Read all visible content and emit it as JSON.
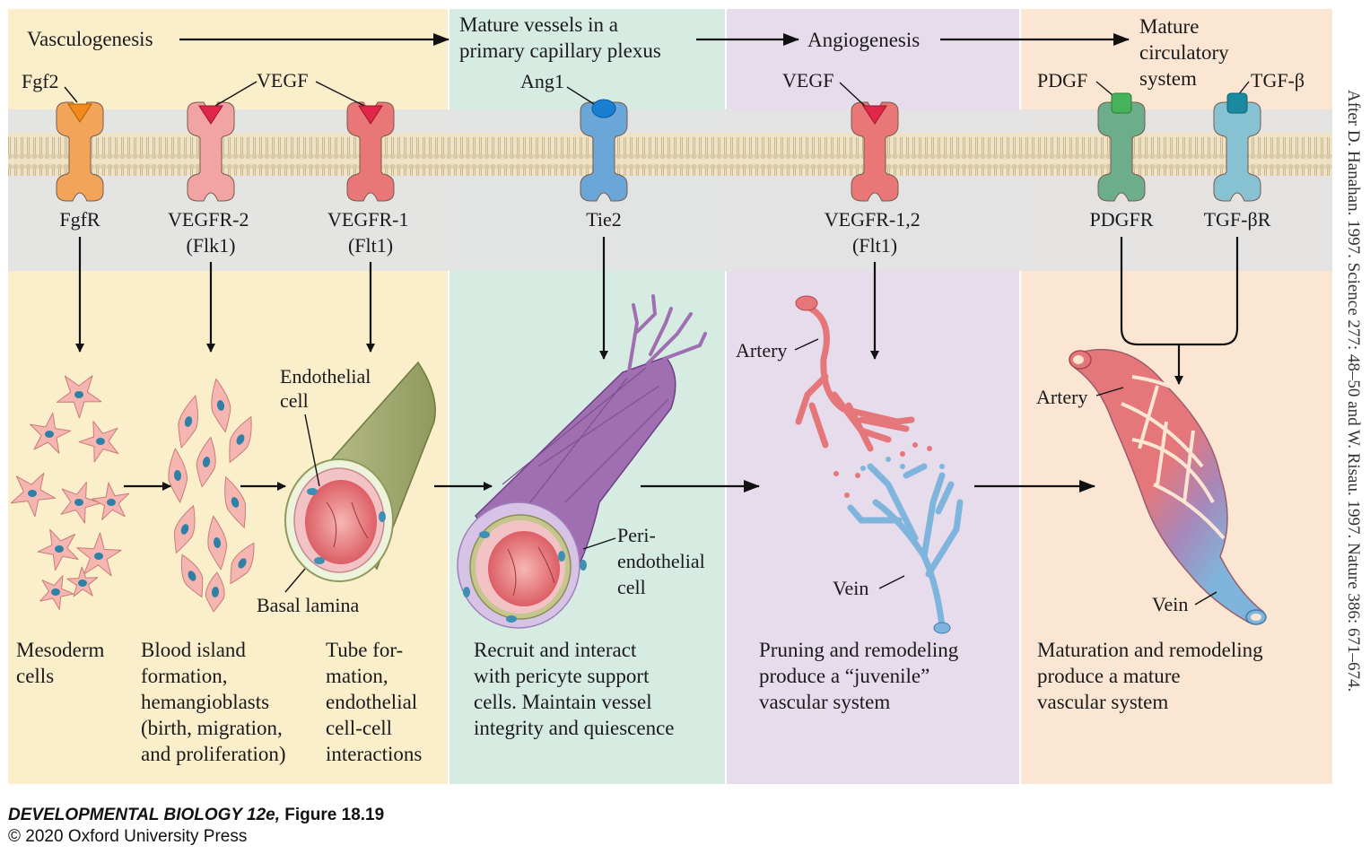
{
  "stages": {
    "vasculogenesis": "Vasculogenesis",
    "mature_vessels": [
      "Mature vessels in a",
      "primary capillary plexus"
    ],
    "angiogenesis": "Angiogenesis",
    "mature_system": [
      "Mature",
      "circulatory",
      "system"
    ]
  },
  "ligands": {
    "fgf2": "Fgf2",
    "vegf_a": "VEGF",
    "ang1": "Ang1",
    "vegf_b": "VEGF",
    "pdgf": "PDGF",
    "tgfb": "TGF-β"
  },
  "receptors": {
    "fgfr": [
      "FgfR"
    ],
    "vegfr2": [
      "VEGFR-2",
      "(Flk1)"
    ],
    "vegfr1": [
      "VEGFR-1",
      "(Flt1)"
    ],
    "tie2": [
      "Tie2"
    ],
    "vegfr12": [
      "VEGFR-1,2",
      "(Flt1)"
    ],
    "pdgfr": [
      "PDGFR"
    ],
    "tgfbr": [
      "TGF-βR"
    ]
  },
  "structure_labels": {
    "endothelial_cell": [
      "Endothelial",
      "cell"
    ],
    "basal_lamina": "Basal lamina",
    "periendothelial_cell": [
      "Peri-",
      "endothelial",
      "cell"
    ],
    "artery_a": "Artery",
    "vein_a": "Vein",
    "artery_b": "Artery",
    "vein_b": "Vein"
  },
  "captions": {
    "mesoderm": [
      "Mesoderm",
      "cells"
    ],
    "blood_island": [
      "Blood island",
      "formation,",
      "hemangioblasts",
      "(birth, migration,",
      "and proliferation)"
    ],
    "tube": [
      "Tube for-",
      "mation,",
      "endothelial",
      "cell-cell",
      "interactions"
    ],
    "recruit": [
      "Recruit and interact",
      "with pericyte support",
      "cells. Maintain vessel",
      "integrity and quiescence"
    ],
    "pruning": [
      "Pruning and remodeling",
      "produce a “juvenile”",
      "vascular system"
    ],
    "maturation": [
      "Maturation and remodeling",
      "produce a mature",
      "vascular system"
    ]
  },
  "credit": "After D. Hanahan. 1997. Science 277: 48–50 and W. Risau. 1997. Nature 386: 671–674.",
  "footer": {
    "book": "DEVELOPMENTAL BIOLOGY 12e,",
    "figure": " Figure 18.19",
    "copyright": "© 2020 Oxford University Press"
  },
  "colors": {
    "panel_yellow": "#fbeecb",
    "panel_green": "#d6ebe2",
    "panel_purple": "#e7dcec",
    "panel_peach": "#fbe6d3",
    "membrane_band": "#e3e3e3",
    "receptor_orange": "#f2a55a",
    "receptor_pink": "#f2a3a3",
    "receptor_red": "#ea7777",
    "receptor_blue": "#6aa7d8",
    "receptor_green": "#6cae8c",
    "receptor_teal": "#86c2d2",
    "artery": "#e5777b",
    "vein": "#7fb5dc"
  }
}
